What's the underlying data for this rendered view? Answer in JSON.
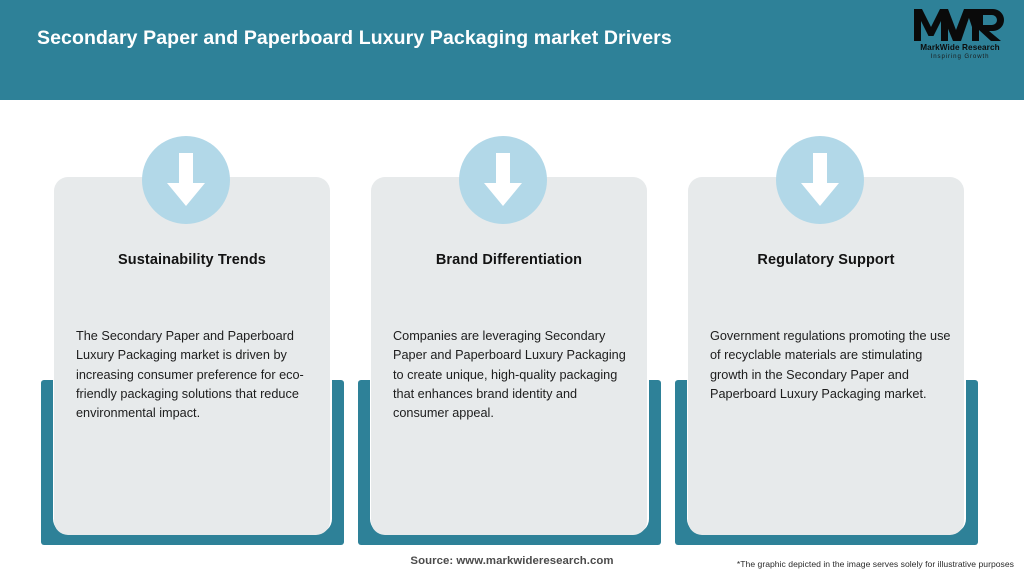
{
  "header": {
    "title": "Secondary Paper and Paperboard Luxury Packaging market Drivers",
    "background_color": "#2e8198",
    "title_color": "#ffffff"
  },
  "logo": {
    "mark": "MWR",
    "name": "MarkWide Research",
    "tagline": "Inspiring Growth"
  },
  "theme": {
    "teal": "#2e8198",
    "badge_blue": "#b2d8e8",
    "panel_gray": "#e7eaeb",
    "page_background": "#ffffff"
  },
  "cards": [
    {
      "icon": "down-arrow-icon",
      "title": "Sustainability Trends",
      "body": "The Secondary Paper and Paperboard Luxury Packaging market is driven by increasing consumer preference for eco-friendly packaging solutions that reduce environmental impact."
    },
    {
      "icon": "down-arrow-icon",
      "title": "Brand Differentiation",
      "body": "Companies are leveraging Secondary Paper and Paperboard Luxury Packaging to create unique, high-quality packaging that enhances brand identity and consumer appeal."
    },
    {
      "icon": "down-arrow-icon",
      "title": "Regulatory Support",
      "body": "Government regulations promoting the use of recyclable materials are stimulating growth in the Secondary Paper and Paperboard Luxury Packaging market."
    }
  ],
  "footer": {
    "source": "Source: www.markwideresearch.com",
    "disclaimer": "*The graphic depicted in the image serves solely for illustrative purposes"
  }
}
